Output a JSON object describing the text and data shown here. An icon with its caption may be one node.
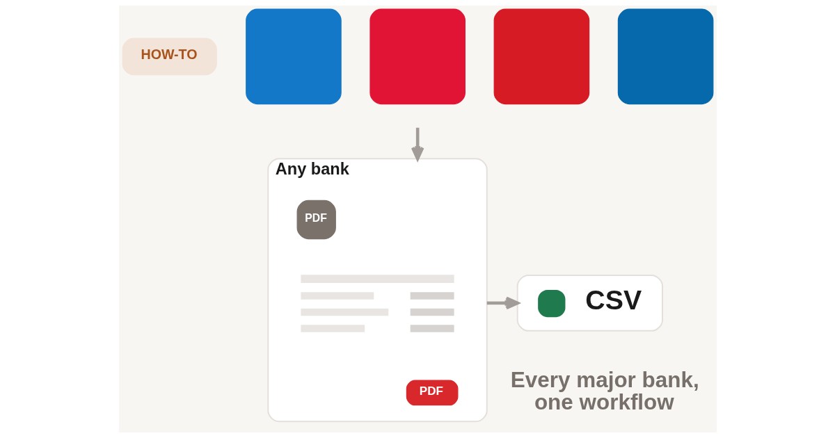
{
  "diagram": {
    "nodes": [
      {
        "text": [
          "HOW-TO"
        ]
      },
      {
        "text": [],
        "shape": "box"
      },
      {
        "text": [],
        "shape": "box"
      },
      {
        "text": [],
        "shape": "box"
      },
      {
        "text": [],
        "shape": "box"
      },
      {
        "text": [
          "Any bank"
        ]
      },
      {
        "text": [
          "PDF"
        ],
        "in": 5
      },
      {
        "text": [
          "PDF"
        ],
        "in": 5
      },
      {
        "text": [
          "CSV"
        ]
      }
    ],
    "edges": [
      {
        "from": null,
        "to": 5,
        "arrow": "to"
      },
      {
        "from": 5,
        "to": 8,
        "arrow": "to"
      }
    ],
    "labels": [
      "Every major bank, one workflow"
    ]
  }
}
